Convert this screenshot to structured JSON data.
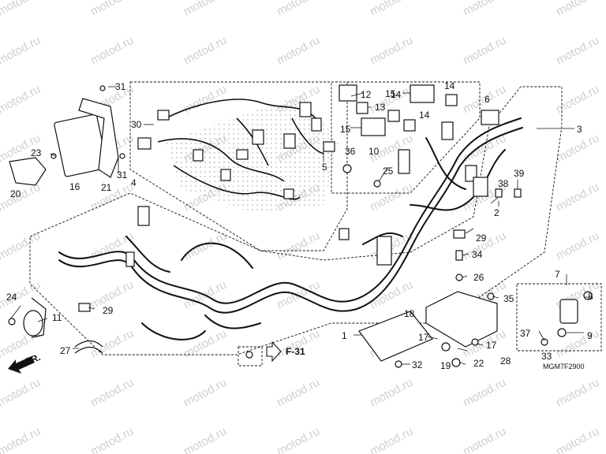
{
  "watermark": "motod.ru",
  "diagram_code": "MGM7F2900",
  "page_ref": "F-31",
  "front_label": "FR.",
  "part_labels": [
    "1",
    "2",
    "3",
    "4",
    "5",
    "6",
    "7",
    "8",
    "9",
    "10",
    "11",
    "12",
    "13",
    "14",
    "15",
    "16",
    "17",
    "18",
    "19",
    "20",
    "21",
    "22",
    "23",
    "24",
    "25",
    "26",
    "27",
    "28",
    "29",
    "30",
    "31",
    "32",
    "33",
    "34",
    "35",
    "36",
    "37",
    "38",
    "39"
  ],
  "colors": {
    "line": "#111111",
    "watermark": "#cfcfcf",
    "background": "#ffffff"
  }
}
